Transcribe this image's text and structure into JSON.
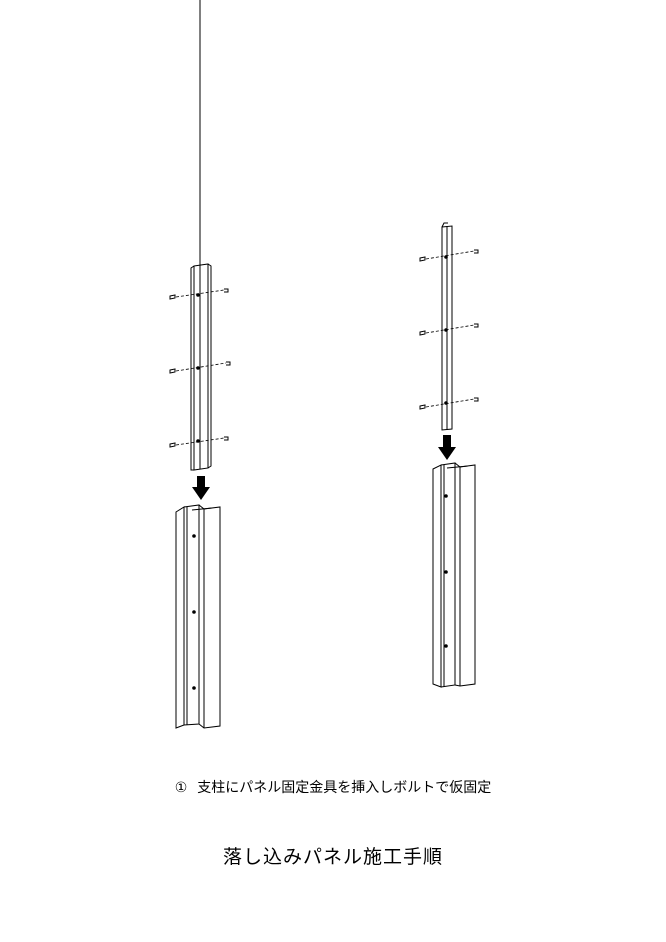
{
  "step": {
    "number": "①",
    "text": "支柱にパネル固定金具を挿入しボルトで仮固定"
  },
  "title": "落し込みパネル施工手順",
  "icons": {
    "bolt": "bolt-icon",
    "insert_arrow": "arrow-down-icon"
  }
}
